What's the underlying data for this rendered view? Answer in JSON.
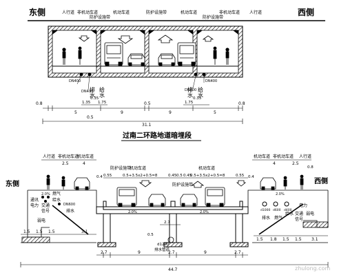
{
  "top": {
    "east_label": "东侧",
    "west_label": "西侧",
    "headers": [
      "人行道",
      "非机动车道",
      "防护设施带",
      "机动车道",
      "防护设施带",
      "机动车道",
      "防护设施带",
      "非机动车道",
      "人行道"
    ],
    "pipe_labels": [
      "DN400",
      "DN400",
      "DN400",
      "DN400"
    ],
    "pipe_names": [
      "排水",
      "给水",
      "排水",
      "给水"
    ],
    "small_dims": [
      "1.35",
      "0.35",
      "1.75",
      "0.35",
      "1.75"
    ],
    "dims": [
      "0.8",
      "5",
      "9",
      "0.5",
      "9",
      "5",
      "0.8"
    ],
    "sub_dim": "0.5",
    "total": "31.1"
  },
  "section_title": "过南二环路地道暗埋段",
  "bottom": {
    "east_label": "东侧",
    "west_label": "西侧",
    "left_headers": [
      "人行道",
      "非机动车道",
      "机动车道"
    ],
    "left_header_dims": [
      "2.5",
      "4"
    ],
    "right_headers": [
      "机动车道",
      "非机动车道",
      "人行道"
    ],
    "right_header_dims": [
      "4",
      "2.5"
    ],
    "middle_headers": [
      "防护设施带",
      "机动车道",
      "机动车道",
      "防护设施带"
    ],
    "middle_dims": [
      "0.55",
      "0.5+3.5x2+0.5=8",
      "0.45",
      "0.5",
      "0.45",
      "0.5+3.5x2+0.5=8",
      "0.55"
    ],
    "left_labels": [
      "通讯",
      "燃气",
      "给水",
      "电力",
      "交通",
      "信号",
      "弱电",
      "排水"
    ],
    "left_pipe": "DN600",
    "right_pipe_labels": [
      "d1000",
      "d600",
      "d400"
    ],
    "right_labels": [
      "排水",
      "燃气",
      "给水",
      "电力",
      "交通",
      "信号",
      "弱电"
    ],
    "slopes": [
      "2.0%",
      "2.0%",
      "2.0%",
      "2.0%"
    ],
    "center_dims": [
      "2.7",
      "0.5"
    ],
    "center_pipe": "d1200",
    "center_note": "排水管道",
    "left_bottom_dims": [
      "1.5",
      "1.5",
      "1.5",
      "3.1"
    ],
    "right_bottom_dims": [
      "1.5",
      "1.8",
      "1.5",
      "1.5",
      "3.1"
    ],
    "base_dims": [
      "2.7",
      "9",
      "2.7",
      "9",
      "2.7"
    ],
    "side_dims": [
      "0.4",
      "0.4",
      "0.8"
    ],
    "total": "44.7"
  },
  "watermark": "zhulong.com"
}
